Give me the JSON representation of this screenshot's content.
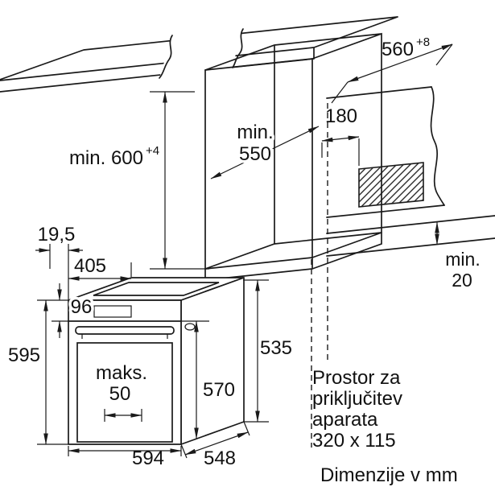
{
  "diagram": {
    "dims": {
      "width_top": "560",
      "width_top_sup": "+8",
      "height_niche": "min. 600",
      "height_niche_sup": "+4",
      "depth_niche_l1": "min.",
      "depth_niche_l2": "550",
      "offset_connection": "180",
      "gap_l1": "min.",
      "gap_l2": "20",
      "front_overhang": "19,5",
      "depth_top": "405",
      "panel_height": "96",
      "oven_height": "595",
      "door_gap_l1": "maks.",
      "door_gap_l2": "50",
      "door_height": "570",
      "body_height": "535",
      "oven_width": "594",
      "oven_depth": "548"
    },
    "notes": {
      "connection_l1": "Prostor za",
      "connection_l2": "priključitev",
      "connection_l3": "aparata",
      "connection_l4": "320 x 115",
      "units": "Dimenzije v mm"
    },
    "colors": {
      "line": "#1a1a1a",
      "background": "#ffffff"
    }
  }
}
